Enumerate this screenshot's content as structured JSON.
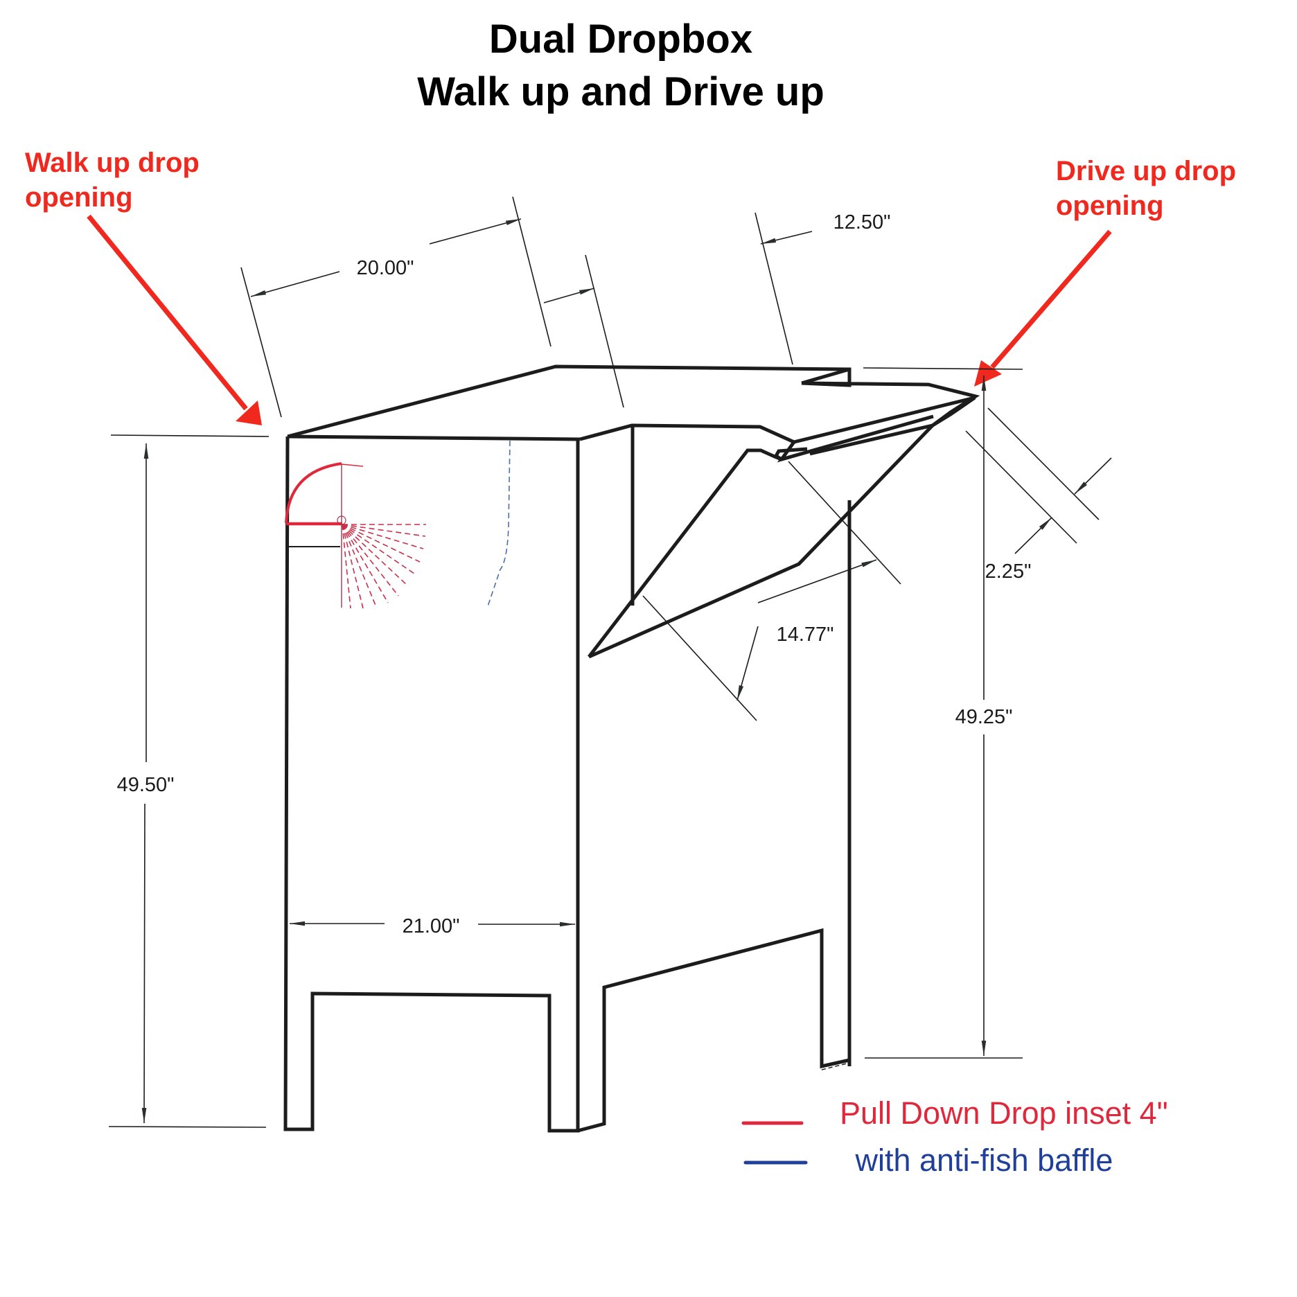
{
  "title": {
    "line1": "Dual Dropbox",
    "line2": "Walk up and Drive up"
  },
  "callouts": {
    "walk_up": {
      "line1": "Walk up drop",
      "line2": "opening",
      "color": "#f0281e"
    },
    "drive_up": {
      "line1": "Drive up drop",
      "line2": "opening",
      "color": "#f0281e"
    }
  },
  "dimensions": {
    "top_depth": "20.00\"",
    "top_slot": "12.50\"",
    "left_height": "49.50\"",
    "front_width": "21.00\"",
    "chute_length": "14.77\"",
    "slot_opening": "2.25\"",
    "right_height": "49.25\""
  },
  "legend": {
    "items": [
      {
        "label": "Pull Down Drop inset 4\"",
        "color": "#e0283c"
      },
      {
        "label": " with anti-fish baffle",
        "color": "#1f3f9a"
      }
    ]
  },
  "colors": {
    "line": "#1c1c1c",
    "pull_down_drop": "#e0283c",
    "baffle": "#4a6fb0"
  }
}
